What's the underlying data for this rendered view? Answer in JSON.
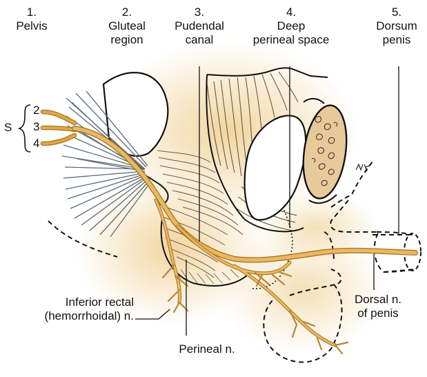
{
  "regions": [
    {
      "number": "1.",
      "name": "Pelvis"
    },
    {
      "number": "2.",
      "name": "Gluteal",
      "name2": "region"
    },
    {
      "number": "3.",
      "name": "Pudendal",
      "name2": "canal"
    },
    {
      "number": "4.",
      "name": "Deep",
      "name2": "perineal space"
    },
    {
      "number": "5.",
      "name": "Dorsum",
      "name2": "penis"
    }
  ],
  "sacral": {
    "letter": "S",
    "roots": [
      "2",
      "3",
      "4"
    ]
  },
  "nerves": {
    "inferior_rectal_line1": "Inferior rectal",
    "inferior_rectal_line2": "(hemorrhoidal) n.",
    "perineal": "Perineal n.",
    "dorsal_line1": "Dorsal n.",
    "dorsal_line2": "of penis"
  },
  "colors": {
    "nerve": "#e0a845",
    "nerve_dark": "#a8741d",
    "tint": "#f1d39a",
    "ink": "#111111",
    "muscle": "#5a6a7a"
  }
}
